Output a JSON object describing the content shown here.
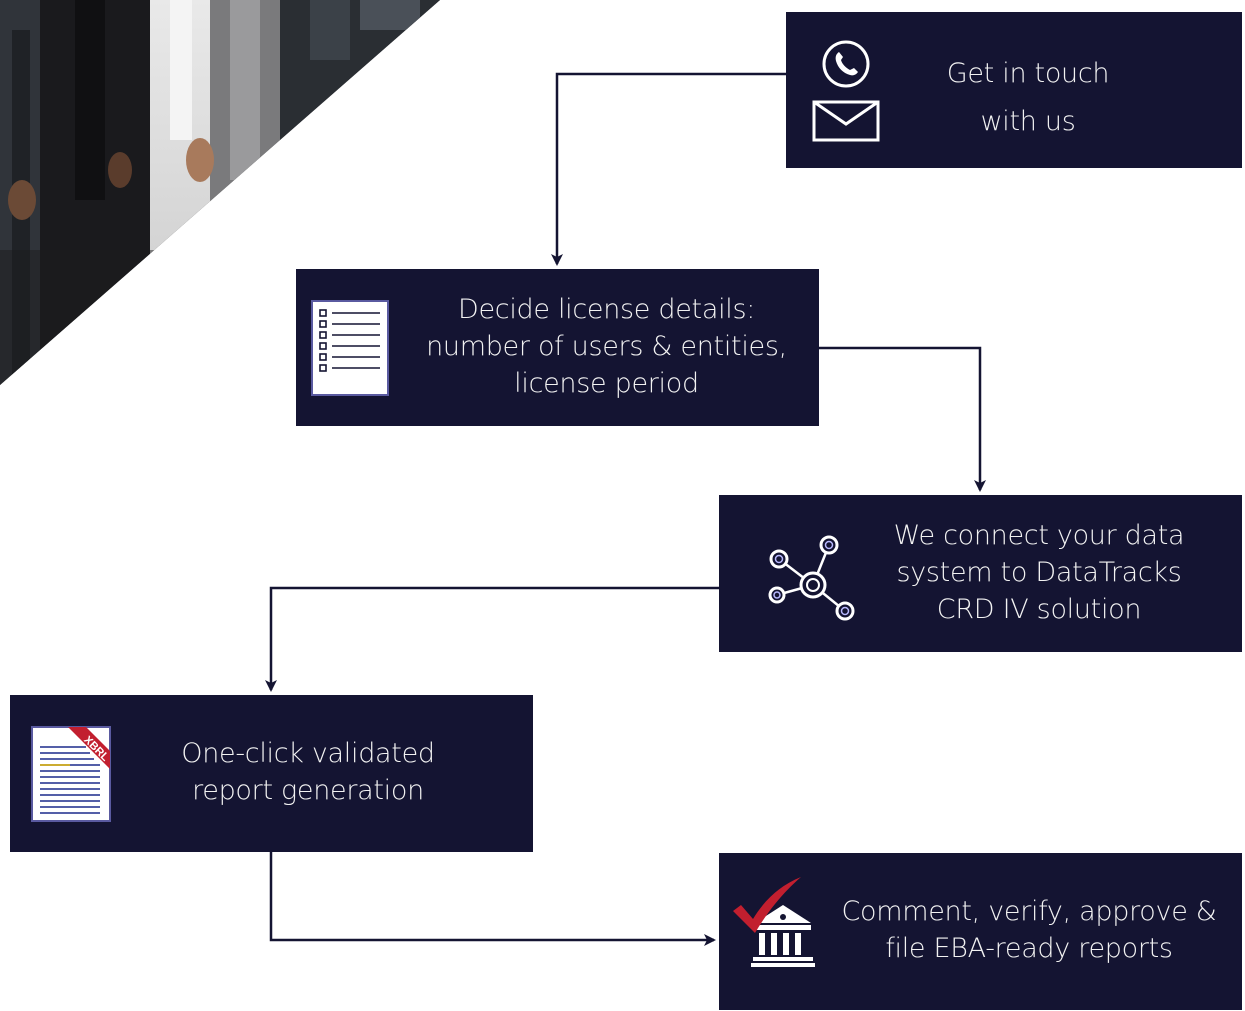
{
  "steps": {
    "contact": {
      "lines": [
        "Get in touch",
        "with us"
      ],
      "icons": [
        "phone-icon",
        "mail-icon"
      ]
    },
    "license": {
      "lines": [
        "Decide license details:",
        "number of users & entities,",
        "license period"
      ],
      "icons": [
        "checklist-icon"
      ]
    },
    "connect": {
      "lines": [
        "We connect your data",
        "system to DataTracks",
        "CRD IV solution"
      ],
      "icons": [
        "network-icon"
      ]
    },
    "report": {
      "lines": [
        "One-click validated",
        "report generation"
      ],
      "icons": [
        "xbrl-document-icon"
      ],
      "badge": "XBRL"
    },
    "file": {
      "lines": [
        "Comment, verify, approve &",
        "file EBA-ready reports"
      ],
      "icons": [
        "checkmark-icon",
        "bank-building-icon"
      ]
    }
  },
  "colors": {
    "box": "#141432",
    "arrow": "#141432",
    "text": "#f2f2f2",
    "accent_red": "#c21f2f"
  }
}
